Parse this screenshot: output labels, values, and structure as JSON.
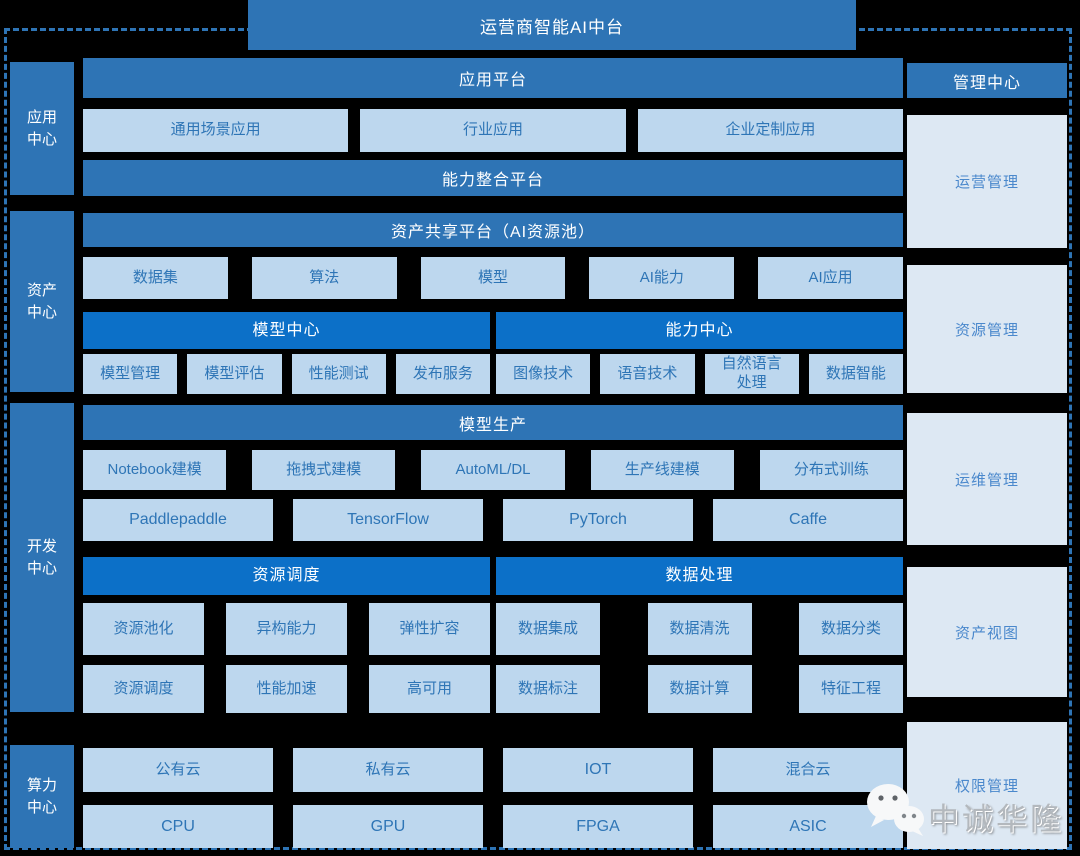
{
  "title": "运营商智能AI中台",
  "colors": {
    "background": "#000000",
    "primary_blue": "#2e74b5",
    "bright_blue": "#0c70c8",
    "light_box": "#bdd7ee",
    "panel": "#dde8f3",
    "box_text": "#2e75b6",
    "panel_text": "#4a88cc"
  },
  "left_rail": [
    {
      "label": "应用\n中心"
    },
    {
      "label": "资产\n中心"
    },
    {
      "label": "开发\n中心"
    },
    {
      "label": "算力\n中心"
    }
  ],
  "app_center": {
    "platform_header": "应用平台",
    "apps": [
      "通用场景应用",
      "行业应用",
      "企业定制应用"
    ],
    "integration_header": "能力整合平台"
  },
  "asset_center": {
    "share_header": "资产共享平台（AI资源池）",
    "assets": [
      "数据集",
      "算法",
      "模型",
      "AI能力",
      "AI应用"
    ],
    "model_center_header": "模型中心",
    "capability_center_header": "能力中心",
    "model_items": [
      "模型管理",
      "模型评估",
      "性能测试",
      "发布服务"
    ],
    "capability_items": [
      "图像技术",
      "语音技术",
      "自然语言\n处理",
      "数据智能"
    ]
  },
  "dev_center": {
    "production_header": "模型生产",
    "modeling_tools": [
      "Notebook建模",
      "拖拽式建模",
      "AutoML/DL",
      "生产线建模",
      "分布式训练"
    ],
    "frameworks": [
      "Paddlepaddle",
      "TensorFlow",
      "PyTorch",
      "Caffe"
    ],
    "resource_header": "资源调度",
    "data_header": "数据处理",
    "resource_items_row1": [
      "资源池化",
      "异构能力",
      "弹性扩容"
    ],
    "resource_items_row2": [
      "资源调度",
      "性能加速",
      "高可用"
    ],
    "data_items_row1": [
      "数据集成",
      "数据清洗",
      "数据分类"
    ],
    "data_items_row2": [
      "数据标注",
      "数据计算",
      "特征工程"
    ]
  },
  "compute_center": {
    "infra": [
      "公有云",
      "私有云",
      "IOT",
      "混合云"
    ],
    "chips": [
      "CPU",
      "GPU",
      "FPGA",
      "ASIC"
    ]
  },
  "management": {
    "header": "管理中心",
    "panels": [
      "运营管理",
      "资源管理",
      "运维管理",
      "资产视图",
      "权限管理"
    ]
  },
  "watermark": {
    "brand": "中诚华隆",
    "icon": "wechat-icon"
  }
}
